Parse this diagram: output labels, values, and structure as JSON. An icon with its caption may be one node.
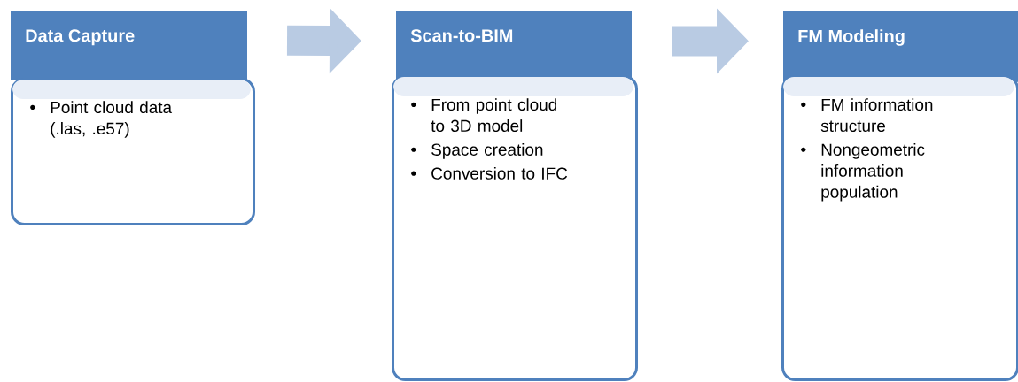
{
  "diagram": {
    "nodes": [
      {
        "text": [
          "Data Capture"
        ]
      },
      {
        "text": [
          "Point cloud data (.las, .e57)"
        ]
      },
      {
        "text": [
          "Scan-to-BIM"
        ]
      },
      {
        "text": [
          "From point cloud to 3D model",
          "Space creation",
          "Conversion to IFC"
        ]
      },
      {
        "text": [
          "FM Modeling"
        ]
      },
      {
        "text": [
          "FM information structure",
          "Nongeometric information population"
        ]
      }
    ],
    "edges": [
      {
        "from": 0,
        "to": 2,
        "arrow": "to"
      },
      {
        "from": 2,
        "to": 4,
        "arrow": "to"
      }
    ]
  }
}
